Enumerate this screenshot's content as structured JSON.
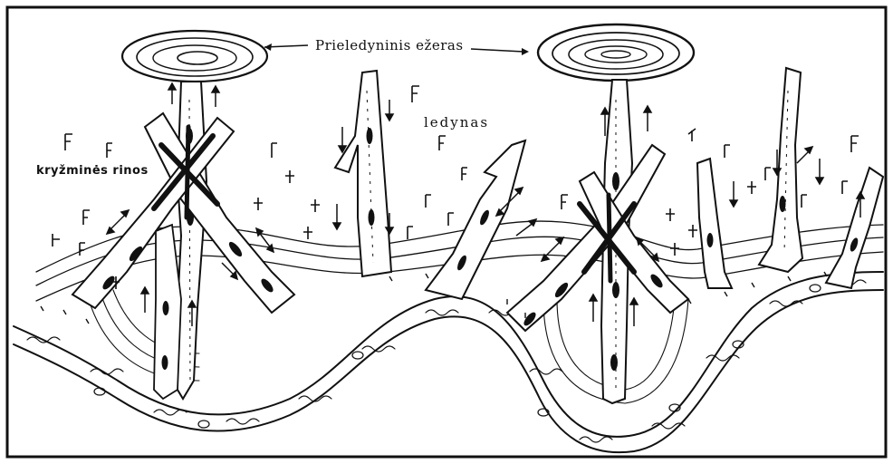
{
  "labels": {
    "lake": "Prieledyninis ežeras",
    "glacier": "ledynas",
    "cross_ridges": "kryžminės rinos"
  },
  "colors": {
    "ink": "#111111",
    "paper": "#ffffff"
  }
}
